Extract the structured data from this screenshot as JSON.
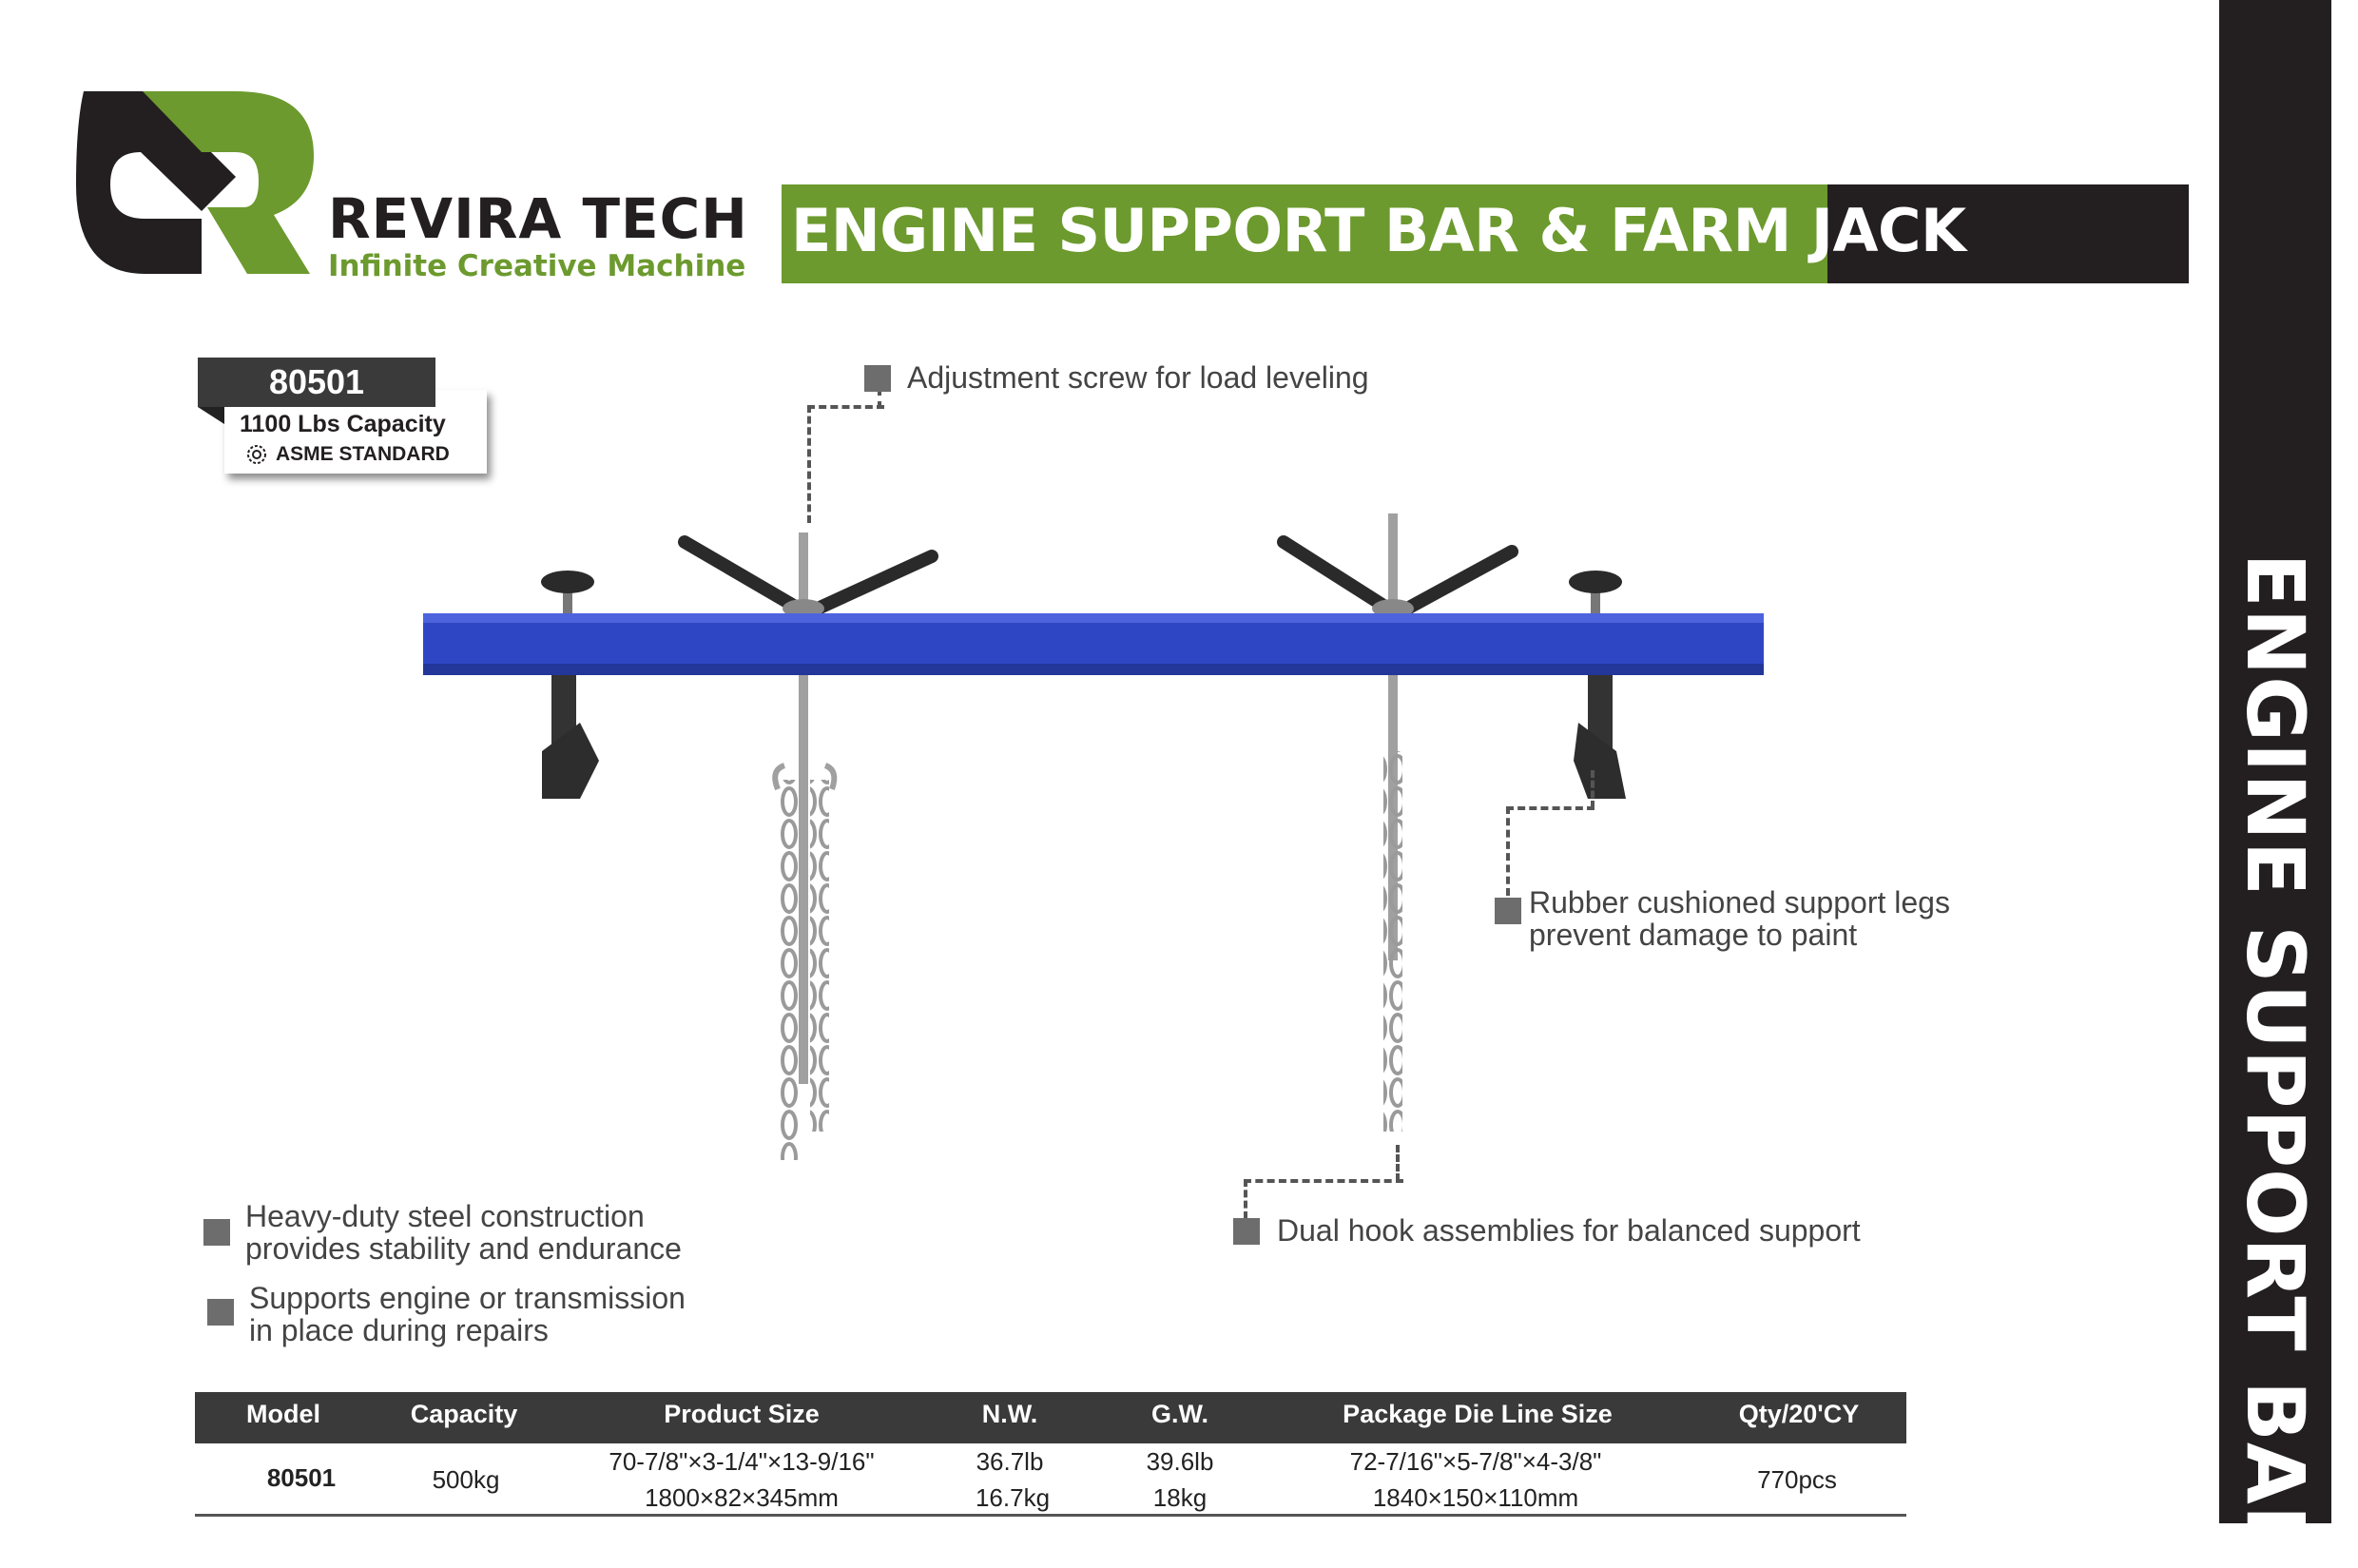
{
  "brand": {
    "name": "REVIRA TECH",
    "tagline": "Infinite Creative Machine",
    "colors": {
      "green": "#6c9a2e",
      "black": "#231f20"
    }
  },
  "header": {
    "title": "ENGINE SUPPORT BAR & FARM JACK"
  },
  "side_title": "ENGINE SUPPORT BAR",
  "badge": {
    "model": "80501",
    "capacity": "1100 Lbs Capacity",
    "standard": "ASME STANDARD",
    "standard_icon": "gear-icon"
  },
  "features": {
    "adjustment": "Adjustment screw for load leveling",
    "rubber_line1": "Rubber cushioned support legs",
    "rubber_line2": "prevent damage to paint",
    "dual_hook": "Dual hook assemblies for balanced support",
    "steel_line1": "Heavy-duty steel construction",
    "steel_line2": "provides stability and endurance",
    "supports_line1": "Supports engine or transmission",
    "supports_line2": "in place during repairs"
  },
  "spec_table": {
    "headers": {
      "model": "Model",
      "capacity": "Capacity",
      "product_size": "Product Size",
      "nw": "N.W.",
      "gw": "G.W.",
      "package": "Package Die Line Size",
      "qty": "Qty/20'CY"
    },
    "row": {
      "model": "80501",
      "capacity": "500kg",
      "product_size_in": "70-7/8\"×3-1/4\"×13-9/16\"",
      "product_size_mm": "1800×82×345mm",
      "nw_lb": "36.7lb",
      "nw_kg": "16.7kg",
      "gw_lb": "39.6lb",
      "gw_kg": "18kg",
      "package_in": "72-7/16\"×5-7/8\"×4-3/8\"",
      "package_mm": "1840×150×110mm",
      "qty": "770pcs"
    }
  },
  "product": {
    "bar_color": "#2f46c4"
  }
}
